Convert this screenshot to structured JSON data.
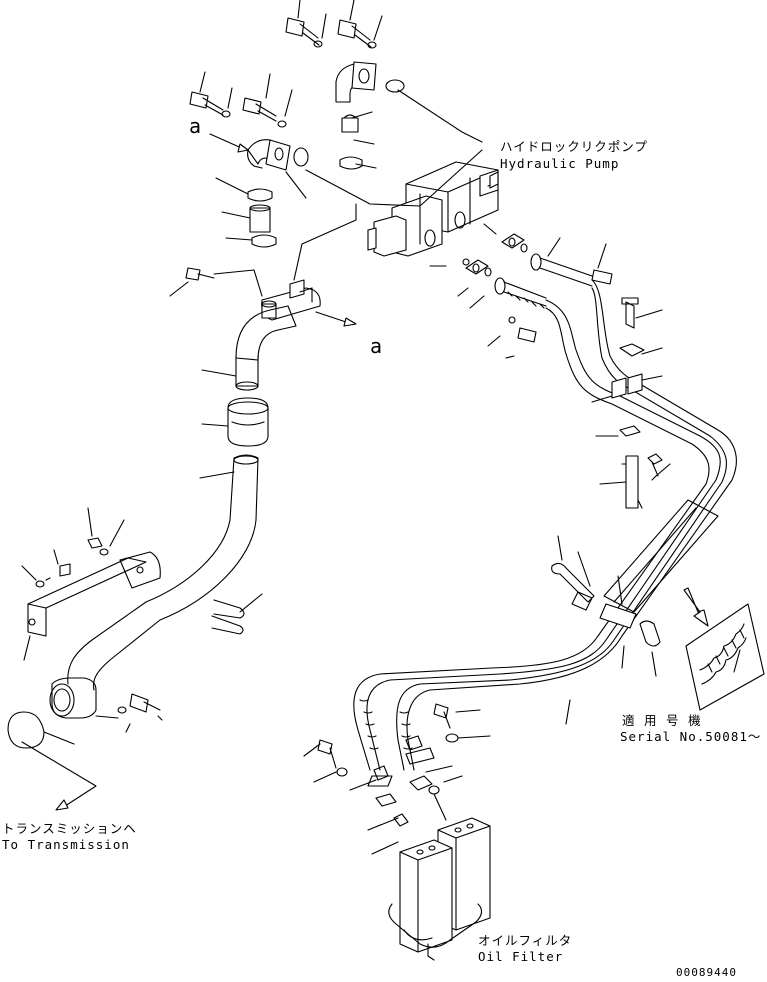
{
  "labels": {
    "hydraulic_pump_jp": "ハイドロックリクポンプ",
    "hydraulic_pump_en": "Hydraulic Pump",
    "transmission_jp": "トランスミッションヘ",
    "transmission_en": "To Transmission",
    "serial_jp": "適 用 号 機",
    "serial_en": "Serial No.50081〜",
    "oil_filter_jp": "オイルフィルタ",
    "oil_filter_en": "Oil Filter",
    "ref_a_top": "a",
    "ref_a_right": "a",
    "drawing_number": "00089440"
  }
}
